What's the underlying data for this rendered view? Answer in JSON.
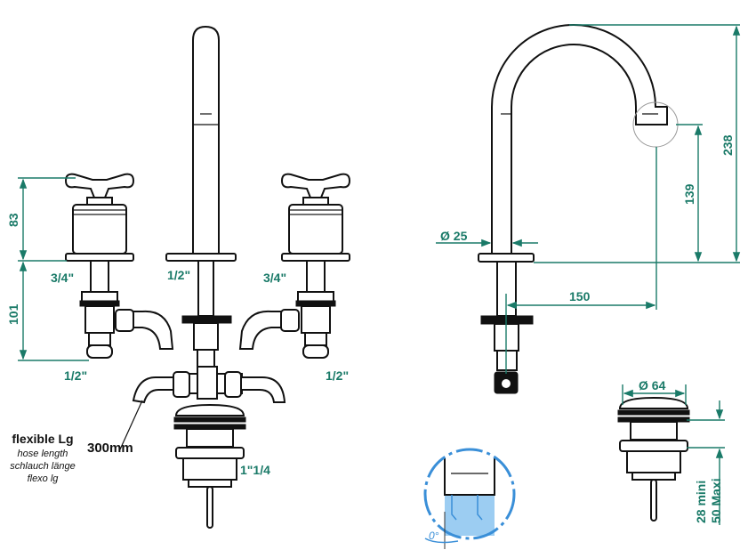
{
  "dimensions": {
    "left_height_upper": "83",
    "left_height_lower": "101",
    "thread_valve_left": "3/4\"",
    "thread_spout": "1/2\"",
    "thread_valve_right": "3/4\"",
    "thread_outlet_left": "1/2\"",
    "thread_outlet_right": "1/2\"",
    "waste_thread": "1\"1/4",
    "spout_height": "238",
    "spout_outlet_height": "139",
    "spout_diameter": "Ø 25",
    "spout_reach": "150",
    "waste_diameter": "Ø 64",
    "waste_min": "28 mini",
    "waste_max": "50 Maxi",
    "angle": "0°"
  },
  "hose": {
    "title": "flexible Lg",
    "en": "hose length",
    "de": "schlauch länge",
    "fr": "flexo lg",
    "length": "300mm"
  },
  "colors": {
    "dimension": "#1a7a68",
    "detail": "#3a8fd8"
  }
}
